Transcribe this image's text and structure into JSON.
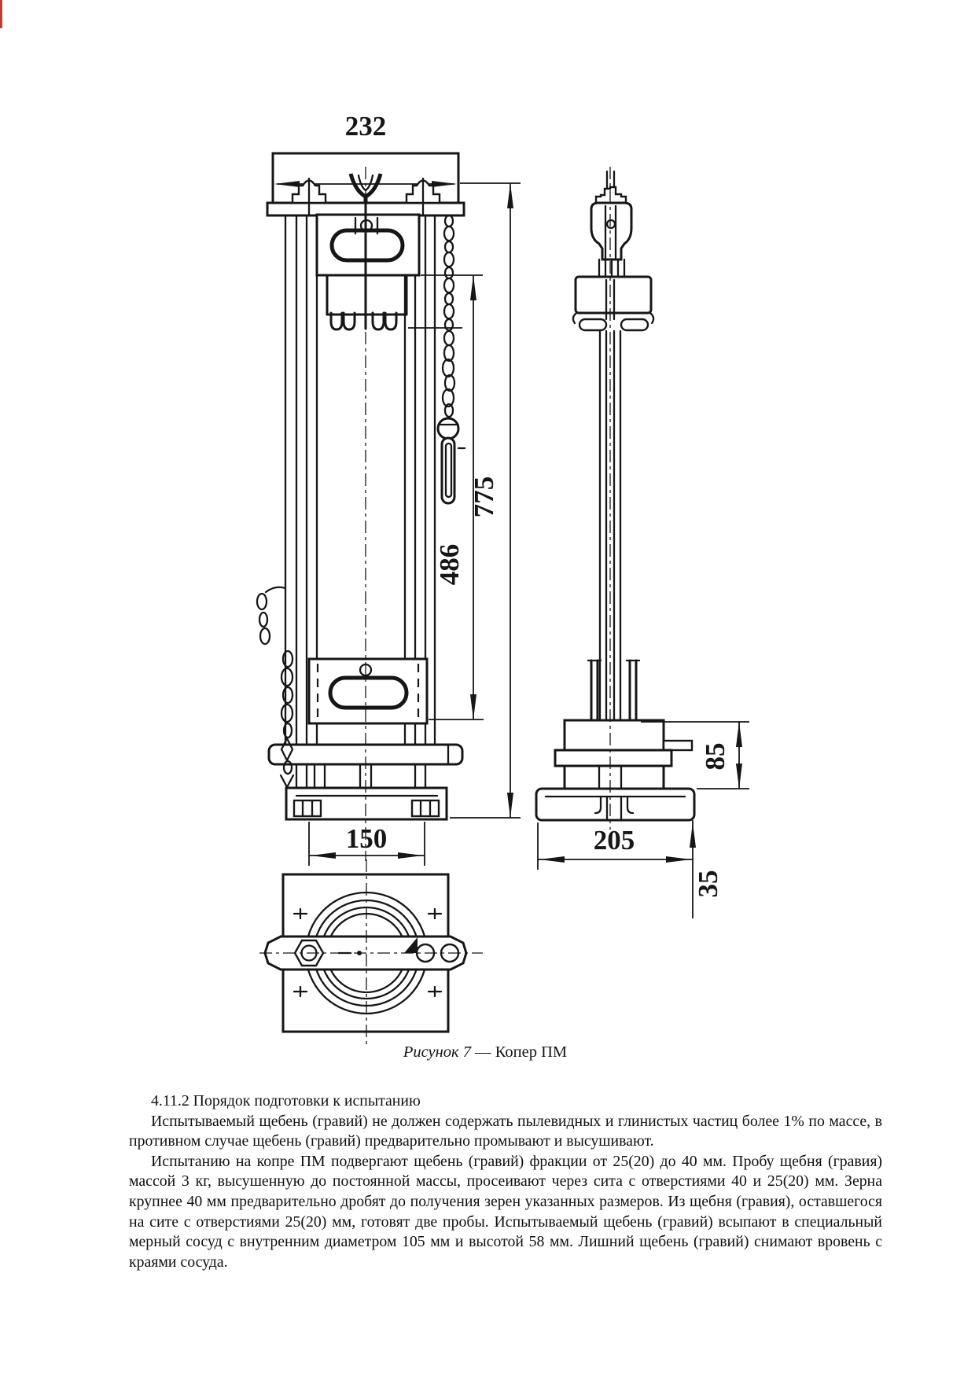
{
  "figure": {
    "caption_italic": "Рисунок 7",
    "caption_rest": " — Копер ПМ",
    "dimensions": {
      "top_width": "232",
      "total_height": "775",
      "inner_height": "486",
      "front_base_width": "150",
      "side_base_width": "205",
      "anvil_height": "85",
      "base_plate_height": "35"
    }
  },
  "text": {
    "heading": "4.11.2 Порядок подготовки к испытанию",
    "para1": "Испытываемый щебень (гравий) не должен содержать пылевидных и глинистых частиц более 1% по массе, в противном случае щебень (гравий) предварительно промывают и высушивают.",
    "para2": "Испытанию на копре ПМ подвергают щебень (гравий) фракции от 25(20) до 40 мм. Пробу щебня (гравия) массой 3 кг, высушенную до постоянной массы, просеивают через сита с отверстиями 40 и 25(20) мм. Зерна крупнее 40 мм предварительно дробят до получения зерен указанных размеров. Из щебня (гравия), оставшегося на сите с отверстиями 25(20) мм, готовят две пробы. Испытываемый щебень (гравий) всыпают в специальный мерный сосуд с внутренним диаметром 105 мм и высотой 58 мм. Лишний щебень (гравий) снимают вровень с краями сосуда."
  }
}
